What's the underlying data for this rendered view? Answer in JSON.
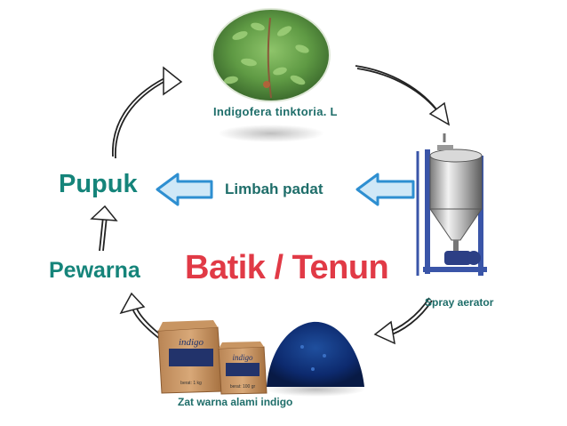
{
  "diagram": {
    "plant_label": "Indigofera tinktoria. L",
    "pupuk_label": "Pupuk",
    "limbah_label": "Limbah padat",
    "pewarna_label": "Pewarna",
    "batik_label": "Batik / Tenun",
    "spray_label": "Spray aerator",
    "indigo_label": "Zat warna alami indigo",
    "bag_small_brand": "indigo",
    "bag_large_brand": "indigo",
    "bag_small_weight": "berat: 100 gr",
    "bag_large_weight": "berat: 1 kg"
  },
  "colors": {
    "teal": "#15847a",
    "dark_teal": "#1f6e6a",
    "red": "#e13a46",
    "arrow_blue": "#2e8fd1",
    "indigo_powder": "#0d2a6e"
  },
  "icons": [
    "leaf-plant-photo",
    "blue-arrow",
    "sketch-arrow",
    "aerator-tank",
    "dye-bag",
    "powder-pile"
  ]
}
